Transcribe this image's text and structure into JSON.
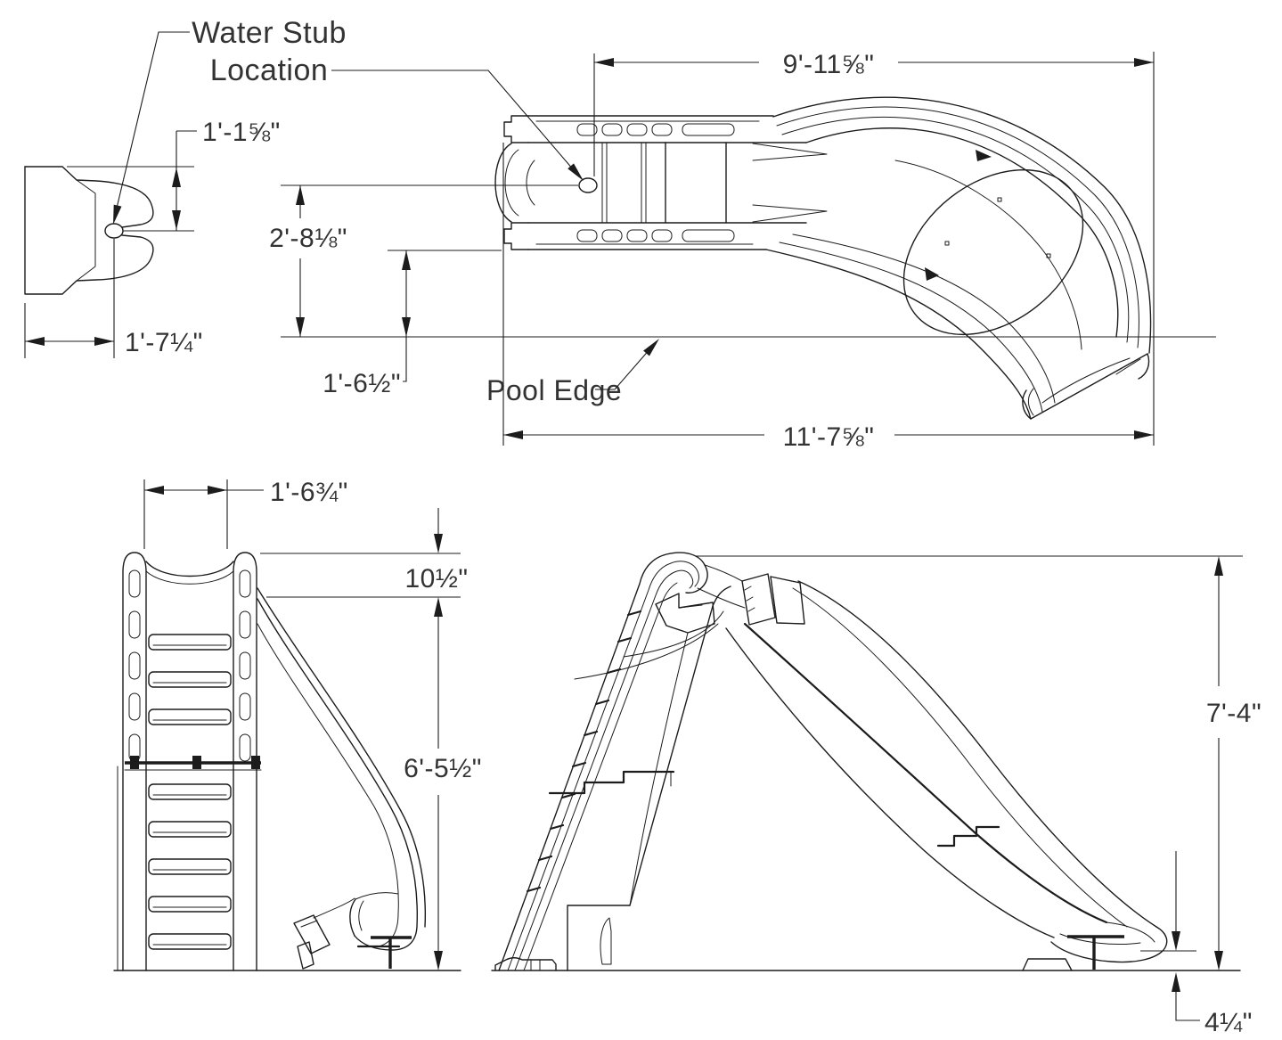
{
  "drawing": {
    "callouts": {
      "water_stub_line1": "Water Stub",
      "water_stub_line2": "Location",
      "pool_edge": "Pool Edge"
    },
    "cross_section": {
      "stub_height": "1'-1⅝\"",
      "stub_offset": "1'-7¼\""
    },
    "plan_view": {
      "stub_to_slide_end": "9'-11⅝\"",
      "crest_height": "2'-8⅛\"",
      "overhang_past_edge": "1'-6½\"",
      "overall_length": "11'-7⅝\""
    },
    "front_view": {
      "ladder_width": "1'-6¾\"",
      "handrail_rise": "10½\"",
      "deck_height": "6'-5½\""
    },
    "side_view": {
      "overall_height": "7'-4\"",
      "exit_to_ground": "4¼\""
    }
  }
}
